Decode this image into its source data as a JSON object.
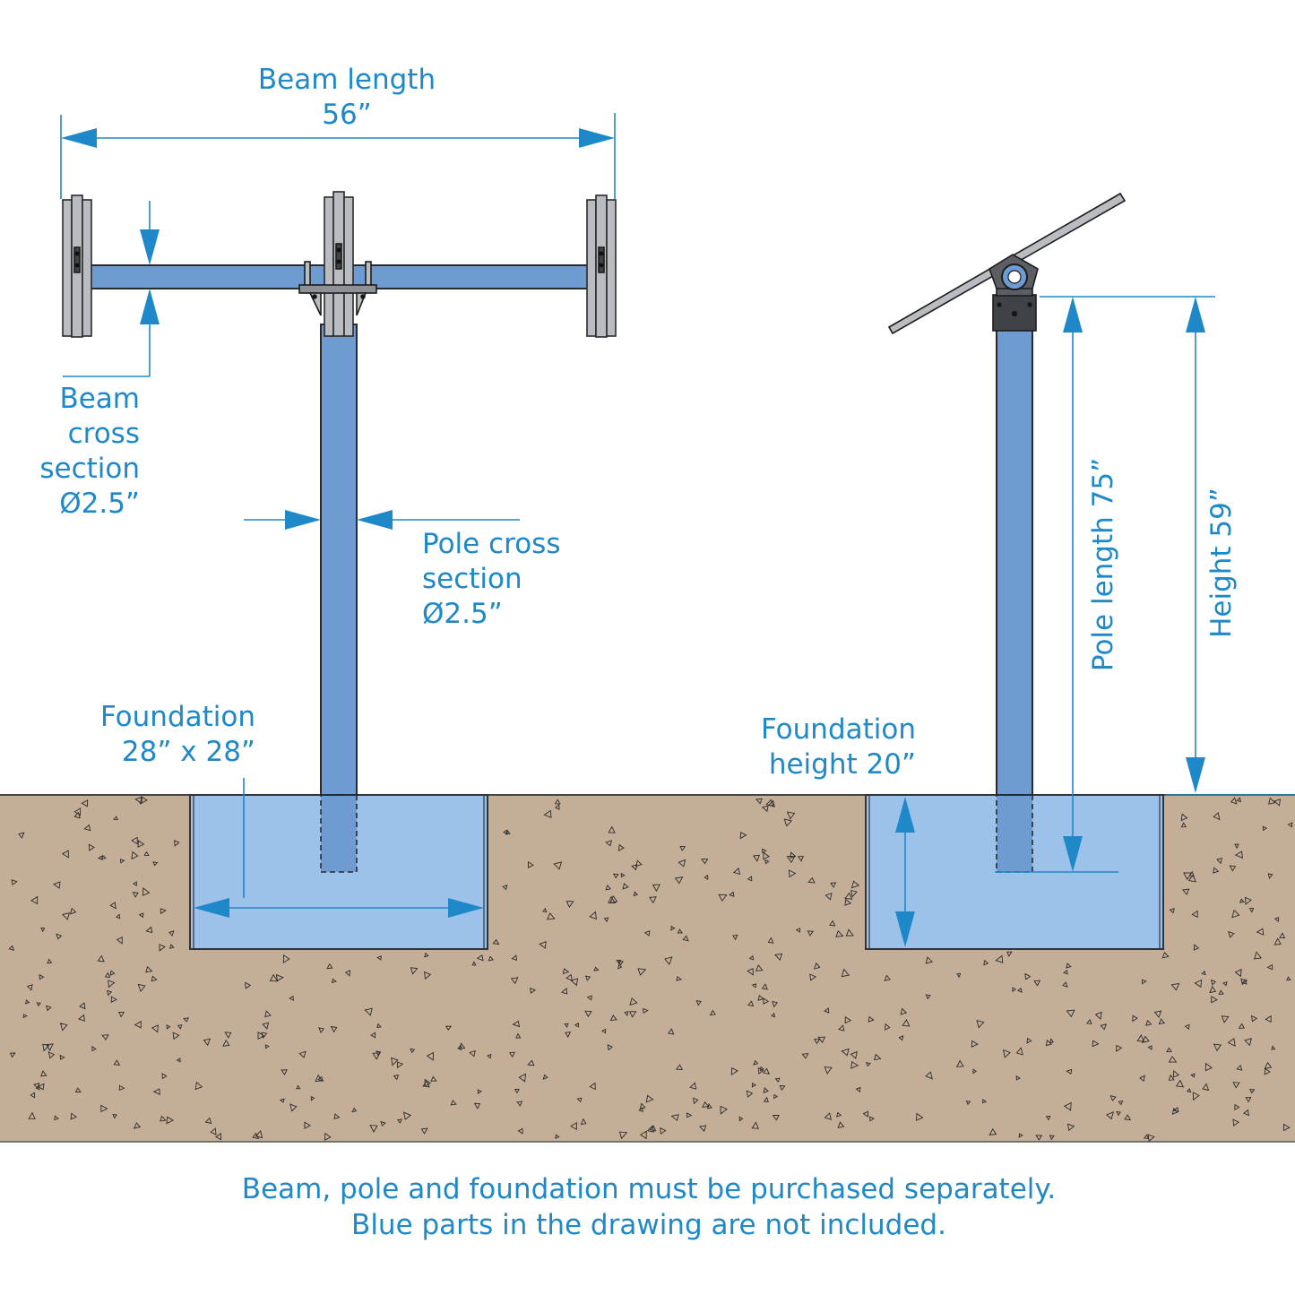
{
  "labels": {
    "beam_length_title": "Beam length",
    "beam_length_value": "56”",
    "beam_cross_1": "Beam",
    "beam_cross_2": "cross",
    "beam_cross_3": "section",
    "beam_cross_4": "Ø2.5”",
    "pole_cross_1": "Pole cross",
    "pole_cross_2": "section",
    "pole_cross_3": "Ø2.5”",
    "foundation_1": "Foundation",
    "foundation_2": "28” x 28”",
    "foundation_h_1": "Foundation",
    "foundation_h_2": "height 20”",
    "pole_length": "Pole length 75”",
    "height": "Height 59”"
  },
  "footer": {
    "line1": "Beam, pole and foundation must be purchased separately.",
    "line2": "Blue parts in the drawing are not included."
  },
  "colors": {
    "accent": "#1e88c9",
    "blue_part": "#6f9bd3",
    "foundation": "#9dc2ea",
    "soil": "#c4ae98",
    "steel": "#b9bdc1"
  }
}
